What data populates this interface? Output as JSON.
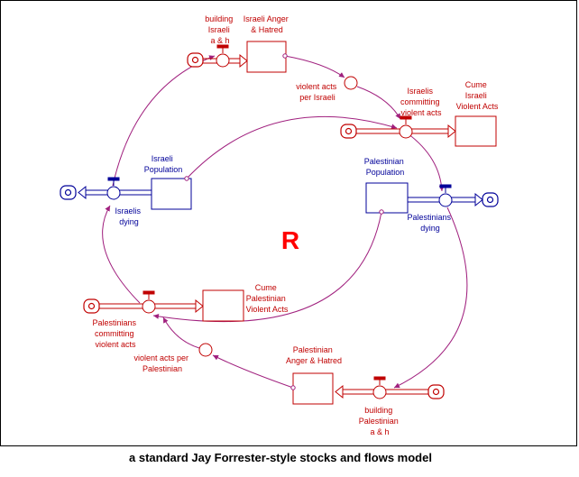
{
  "caption": "a standard Jay Forrester-style stocks and flows model",
  "loop_label": "R",
  "colors": {
    "red": "#c00000",
    "blue": "#000099",
    "link": "#a0207e"
  },
  "stocks": {
    "israeli_anger": [
      "Israeli Anger",
      "& Hatred"
    ],
    "cume_israeli": [
      "Cume",
      "Israeli",
      "Violent Acts"
    ],
    "israeli_population": [
      "Israeli",
      "Population"
    ],
    "palestinian_population": [
      "Palestinian",
      "Population"
    ],
    "cume_palestinian": [
      "Cume",
      "Palestinian",
      "Violent Acts"
    ],
    "palestinian_anger": [
      "Palestinian",
      "Anger & Hatred"
    ]
  },
  "flows": {
    "building_israeli": [
      "building",
      "Israeli",
      "a & h"
    ],
    "israelis_committing": [
      "Israelis",
      "committing",
      "violent acts"
    ],
    "israelis_dying": [
      "Israelis",
      "dying"
    ],
    "palestinians_dying": [
      "Palestinians",
      "dying"
    ],
    "palestinians_committing": [
      "Palestinians",
      "committing",
      "violent acts"
    ],
    "building_palestinian": [
      "building",
      "Palestinian",
      "a & h"
    ]
  },
  "converters": {
    "violent_acts_per_israeli": [
      "violent acts",
      "per Israeli"
    ],
    "violent_acts_per_palestinian": [
      "violent acts per",
      "Palestinian"
    ]
  }
}
